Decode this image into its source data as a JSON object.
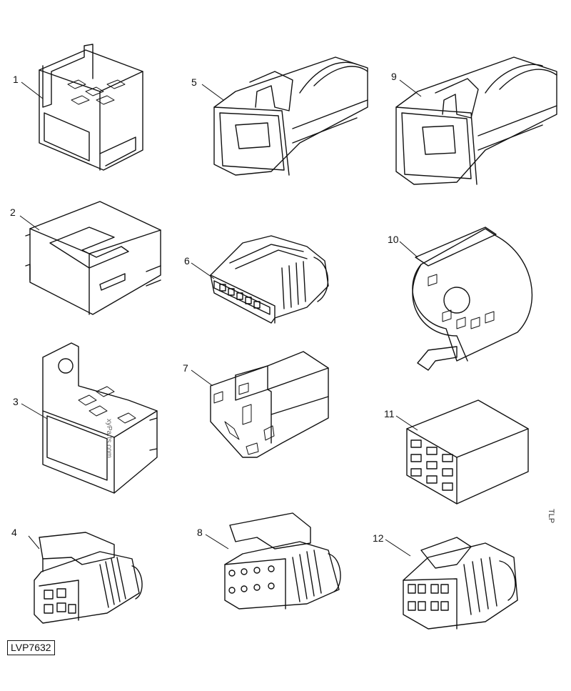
{
  "figure_code": "LVP7632",
  "callouts": [
    "1",
    "2",
    "3",
    "4",
    "5",
    "6",
    "7",
    "8",
    "9",
    "10",
    "11",
    "12"
  ],
  "watermark": "xyParts.com",
  "edge_mark": "TLP"
}
